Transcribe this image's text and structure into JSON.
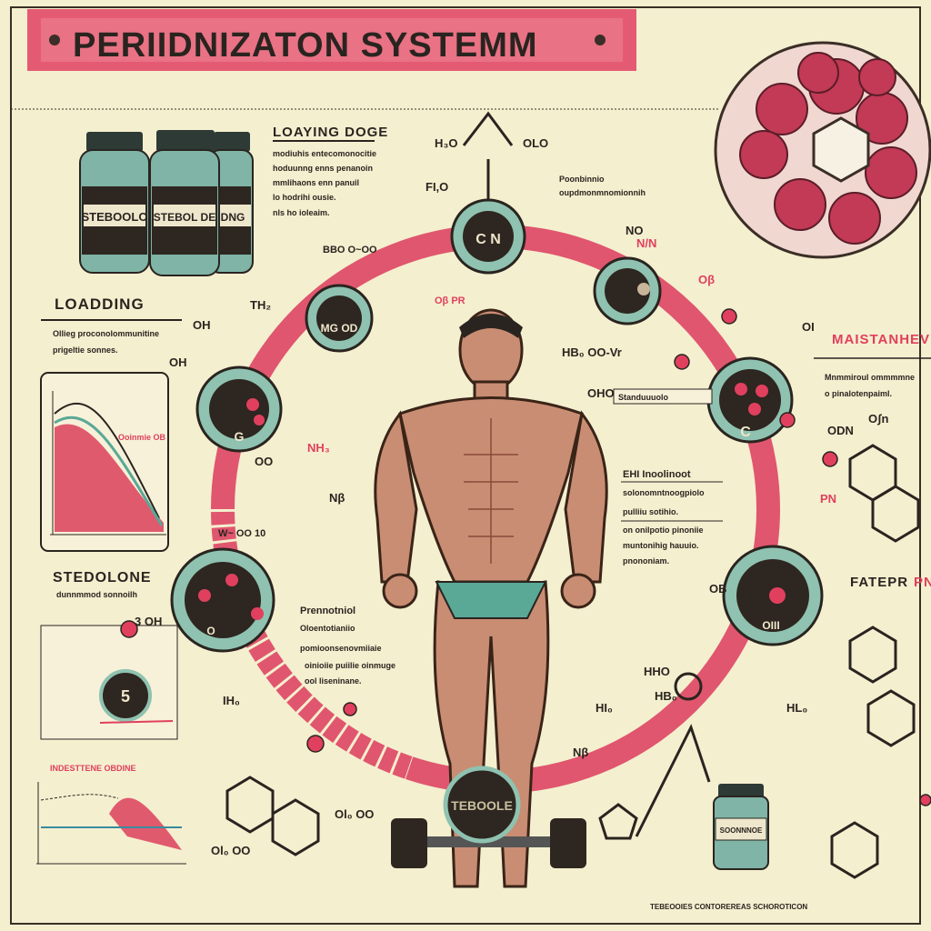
{
  "title": "PERIIDNIZATON SYSTEMM",
  "colors": {
    "background": "#f4efcf",
    "accent": "#e0566e",
    "teal": "#8fc2b0",
    "dark": "#3a2e26"
  },
  "sections": {
    "loading_dose": {
      "heading": "LOAYING DOGE",
      "lines": [
        "modiuhis entecomonocitie",
        "hoduunng enns penanoin",
        "mmlihaons enn panuil",
        "lo hodrihi ousie.",
        "nls ho ioleaim."
      ]
    },
    "loading": {
      "heading": "LOADDING",
      "lines": [
        "Ollieg proconolommunitine",
        "prigeltie sonnes."
      ]
    },
    "stedolone": {
      "heading": "STEDOLONE",
      "subtitle": "dunnmmod sonnoilh"
    },
    "maintenance": {
      "heading": "MAISTANHEV",
      "lines": [
        "Mnmmiroul ommmmne",
        "o pinalotenpaiml."
      ]
    },
    "center_notes": {
      "heading": "EHI Inoolinoot",
      "lines": [
        "solonomntnoogpiolo",
        "pulliiu sotihio.",
        "on onilpotio pinoniie",
        "muntonihig hauuio.",
        "pnononiam."
      ]
    },
    "periodization_note": {
      "heading": "Poonbinnio",
      "line": "oupdmonmnomionnih"
    },
    "left_center_note": {
      "heading": "Prennotniol",
      "lines": [
        "Oloentotianiio",
        "pomioonsenovmiiaie",
        "oinioiie puiilie oinmuge",
        "ool liseninane."
      ]
    },
    "fatepr": {
      "heading": "FATEPR",
      "accent": "PN"
    },
    "footer": "TEBEOOIES CONTOREREAS SCHOROTICON",
    "bottom_chart_title": "INDESTTENE OBDINE"
  },
  "jars": {
    "labels": [
      "STEBOOLO",
      "STEBOL DE",
      "DNG"
    ]
  },
  "plate_label": "TEBOOLE",
  "small_jar_label": "SOONNNOE",
  "node_labels": [
    "C N",
    "MG OD",
    "G",
    "O",
    "C",
    "OIII",
    "5"
  ],
  "chem_labels": [
    "H₃O",
    "OLO",
    "FI,O",
    "NO",
    "N/N",
    "BBO O~OO",
    "TH₂",
    "OH",
    "OH",
    "OO",
    "NH₃",
    "Nβ",
    "HB₀ OO-Vr",
    "OHO",
    "Standuuuolo",
    "OI",
    "ODN",
    "Oʃn",
    "PN",
    "HHO",
    "HI₀",
    "HL₀",
    "IH₀",
    "Ol₀ OO",
    "Ol₀ OO",
    "HB₀",
    "W~ OO 10",
    "Nβ",
    "Oβ PR",
    "Oβ",
    "OB",
    "3 OH"
  ],
  "chart_annotation": "Ooinmie OB"
}
